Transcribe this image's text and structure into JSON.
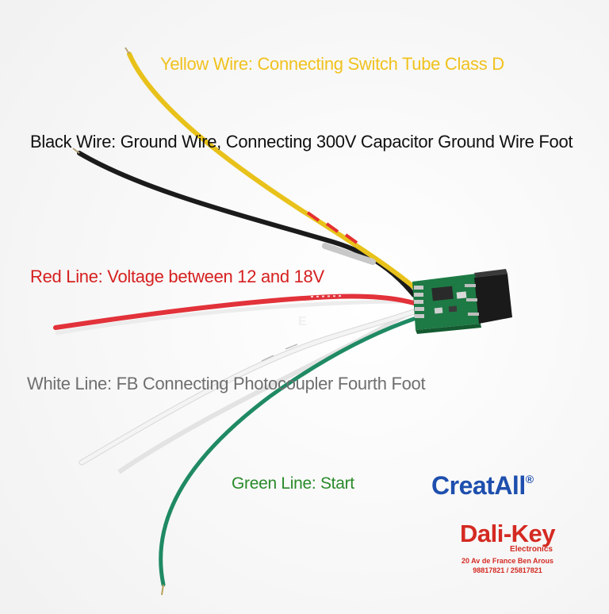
{
  "colors": {
    "yellow_wire": "#e8c21a",
    "black_wire": "#1b1b1b",
    "red_wire": "#e2323a",
    "white_wire": "#efefef",
    "green_wire": "#1f8a63",
    "yellow_text": "#f0c21e",
    "black_text": "#111111",
    "red_text": "#d62020",
    "white_text": "#6f6f6f",
    "green_text": "#2a8a2a",
    "brand_blue": "#1e4fae",
    "brand_red": "#d42a22",
    "pcb_green": "#1d7a44"
  },
  "labels": {
    "yellow": "Yellow Wire: Connecting Switch Tube Class D",
    "black": "Black Wire: Ground Wire, Connecting 300V Capacitor Ground Wire Foot",
    "red": "Red Line: Voltage between 12 and 18V",
    "white": "White Line: FB Connecting Photocoupler Fourth Foot",
    "green": "Green Line: Start"
  },
  "brand": {
    "name": "CreatAll",
    "registered": "®"
  },
  "shop": {
    "name": "Dali-Key",
    "subtitle": "Electronics",
    "address": "20 Av de France Ben Arous",
    "phones": "98817821 / 25817821"
  }
}
